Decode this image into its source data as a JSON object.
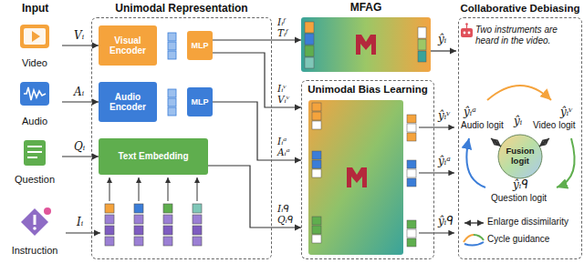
{
  "diagram": {
    "nodes": [
      {
        "text": [
          "Video"
        ]
      },
      {
        "text": [
          "Audio"
        ]
      },
      {
        "text": [
          "Question"
        ]
      },
      {
        "text": [
          "Instruction"
        ]
      },
      {
        "text": [
          "Unimodal Representation"
        ]
      },
      {
        "text": [
          "Visual Encoder"
        ],
        "in": 4
      },
      {
        "text": [
          "MLP"
        ],
        "in": 4
      },
      {
        "text": [
          "Audio Encoder"
        ],
        "in": 4
      },
      {
        "text": [
          "MLP"
        ],
        "in": 4
      },
      {
        "text": [
          "Text Embedding"
        ],
        "in": 4
      },
      {
        "text": [
          "MFAG"
        ]
      },
      {
        "text": [
          "Unimodal Bias Learning"
        ]
      },
      {
        "text": [
          "Collaborative Debiasing"
        ]
      },
      {
        "text": [
          "Fusion logit"
        ],
        "in": 12
      }
    ],
    "edges": [
      {
        "from": 0,
        "to": 5,
        "label": "Vᵢ",
        "arrow": "to"
      },
      {
        "from": 1,
        "to": 7,
        "label": "Aᵢ",
        "arrow": "to"
      },
      {
        "from": 2,
        "to": 9,
        "label": "Qᵢ",
        "arrow": "to"
      },
      {
        "from": 6,
        "to": 10,
        "arrow": "to"
      },
      {
        "from": 6,
        "to": 11,
        "arrow": "to"
      },
      {
        "from": 8,
        "to": 11,
        "arrow": "to"
      },
      {
        "from": 9,
        "to": 11,
        "arrow": "to"
      }
    ],
    "labels": [
      "Input",
      "Iᵢ",
      "Iᵢᶠ",
      "Tᵢᶠ",
      "Iᵢᵛ",
      "Vᵢᵛ",
      "Iᵢᵃ",
      "Aᵢᵃ",
      "Iᵢᑫ",
      "Qᵢᑫ",
      "ŷᵢ",
      "ŷᵢᵛ",
      "ŷᵢᵃ",
      "ŷᵢᑫ",
      "Two instruments are heard in the video.",
      "ŷᵢ",
      "ŷᵢᵃ",
      "Audio logit",
      "ŷᵢᵛ",
      "Video logit",
      "ŷᵢᑫ",
      "Question logit"
    ],
    "legend": [
      {
        "text": "Enlarge dissimilarity"
      },
      {
        "text": "Cycle guidance"
      }
    ]
  }
}
